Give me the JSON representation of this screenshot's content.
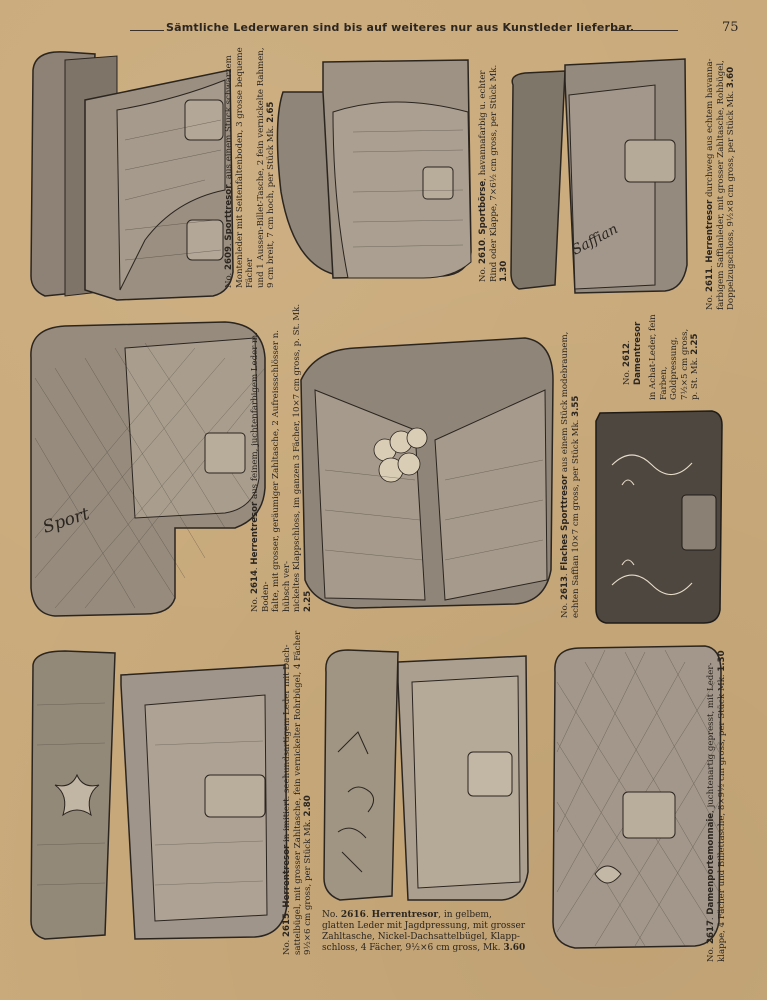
{
  "header": {
    "text": "Sämtliche Lederwaren sind bis auf weiteres nur aus Kunstleder lieferbar.",
    "page_number": "75"
  },
  "products": [
    {
      "no_label": "No.",
      "number": "2609",
      "name": "Sporttresor",
      "desc_line1": ", aus einem Stück schwarzem",
      "desc_line2": "Montenleder mit Seitenfaltenboden, 3 grosse bequeme Fächer",
      "desc_line3": "und 1 Aussen-Billet-Tasche, 2 fein vernickelte Rahmen,",
      "desc_line4": "9 cm breit, 7 cm hoch, per Stück Mk.",
      "price": "2.65"
    },
    {
      "no_label": "No.",
      "number": "2610",
      "name": "Sportbörse",
      "desc_line1": ", havannafarbig u. echter",
      "desc_line2": "Rind oder Klappe, 7×6½ cm gross, per Stück Mk.",
      "price": "1.30"
    },
    {
      "no_label": "No.",
      "number": "2611",
      "name": "Herrentresor",
      "desc_line1": " durchweg aus echtem havanna-",
      "desc_line2": "farbigem Saffianleder, mit grosser Zahltasche, Rohbügel,",
      "desc_line3": "Doppelzugschloss, 9½×8 cm gross, per Stück Mk.",
      "price": "3.60"
    },
    {
      "no_label": "No.",
      "number": "2612",
      "name": "Damentresor",
      "desc_line1": "in Achat-Leder, fein",
      "desc_line2": "Farben, Goldpressung,",
      "desc_line3": "7½×5 cm gross,",
      "desc_line4": "p. St. Mk.",
      "price": "2.25"
    },
    {
      "no_label": "No.",
      "number": "2613",
      "name": "Flaches Sporttresor",
      "desc_line1": " aus einem Stück modebraunem,",
      "desc_line2": "echten Saffian 10×7 cm gross, per Stück Mk.",
      "price": "3.55"
    },
    {
      "no_label": "No.",
      "number": "2614",
      "name": "Herrentresor",
      "desc_line1": " aus feinem, juchtenfarbigem Leder m. Boden-",
      "desc_line2": "falte, mit grosser, geräumiger Zahltasche, 2 Aufreissschlösser n. hübsch ver-",
      "desc_line3": "nickeltes Klappschloss, im ganzen 3 Fächer, 10×7 cm gross, p. St. Mk.",
      "price": "2.25"
    },
    {
      "no_label": "No.",
      "number": "2615",
      "name": "Herrentresor",
      "desc_line1": " in imitiert. seehundsartigem Leder mit Dach-",
      "desc_line2": "sattelbügel, mit grosser Zahltasche, fein vernickelter Rohrbügel, 4 Fächer",
      "desc_line3": "9½×6 cm gross, per Stück Mk.",
      "price": "2.80"
    },
    {
      "no_label": "No.",
      "number": "2616",
      "name": "Herrentresor",
      "desc_line1": ", in gelbem,",
      "desc_line2": "glatten Leder mit Jagdpressung, mit grosser",
      "desc_line3": "Zahltasche, Nickel-Dachsattelbügel, Klapp-",
      "desc_line4": "schloss, 4 Fächer, 9½×6 cm gross, Mk.",
      "price": "3.60"
    },
    {
      "no_label": "No.",
      "number": "2617",
      "name": "Damenportemonnaie",
      "desc_line1": ", juchtenartig gepresst, mit Leder-",
      "desc_line2": "klappe, 4 Fächer und Billettasche, 8×9½ cm gross, per Stück Mk.",
      "price": "1.30"
    }
  ],
  "engravings": {
    "p2614_script": "Sport",
    "p2611_script": "Saffian"
  }
}
